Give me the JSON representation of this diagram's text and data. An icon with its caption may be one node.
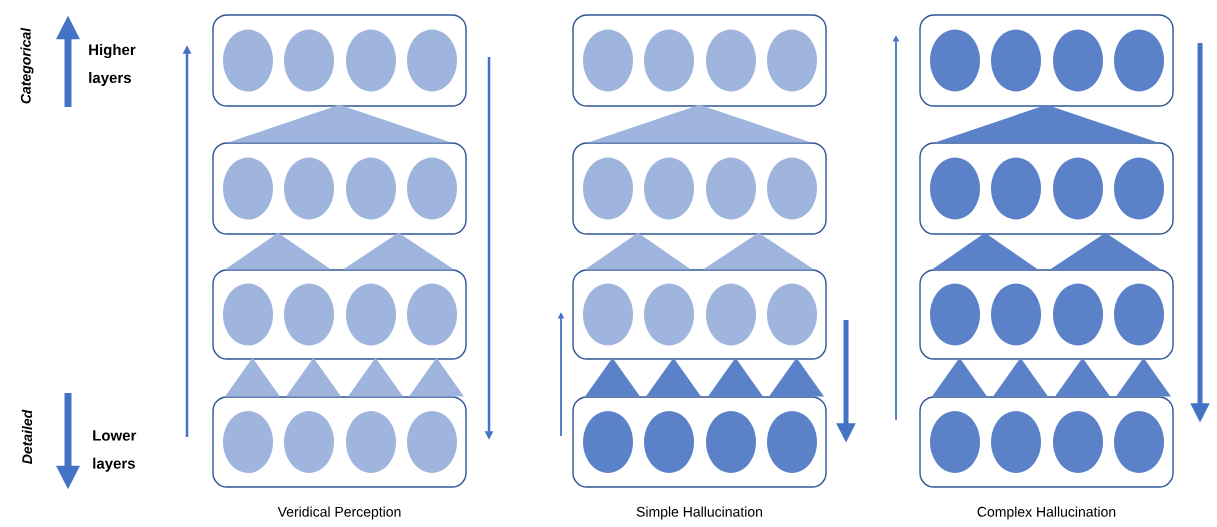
{
  "diagram": {
    "nodes": [
      {
        "text": [],
        "shape": "box"
      },
      {
        "text": [],
        "shape": "ellipse",
        "in": 0
      },
      {
        "text": [],
        "shape": "ellipse",
        "in": 0
      },
      {
        "text": [],
        "shape": "ellipse",
        "in": 0
      },
      {
        "text": [],
        "shape": "ellipse",
        "in": 0
      },
      {
        "text": [],
        "shape": "box"
      },
      {
        "text": [],
        "shape": "ellipse",
        "in": 5
      },
      {
        "text": [],
        "shape": "ellipse",
        "in": 5
      },
      {
        "text": [],
        "shape": "ellipse",
        "in": 5
      },
      {
        "text": [],
        "shape": "ellipse",
        "in": 5
      },
      {
        "text": [],
        "shape": "box"
      },
      {
        "text": [],
        "shape": "ellipse",
        "in": 10
      },
      {
        "text": [],
        "shape": "ellipse",
        "in": 10
      },
      {
        "text": [],
        "shape": "ellipse",
        "in": 10
      },
      {
        "text": [],
        "shape": "ellipse",
        "in": 10
      },
      {
        "text": [],
        "shape": "box"
      },
      {
        "text": [],
        "shape": "ellipse",
        "in": 15
      },
      {
        "text": [],
        "shape": "ellipse",
        "in": 15
      },
      {
        "text": [],
        "shape": "ellipse",
        "in": 15
      },
      {
        "text": [],
        "shape": "ellipse",
        "in": 15
      },
      {
        "text": [],
        "shape": "box"
      },
      {
        "text": [],
        "shape": "ellipse",
        "in": 20
      },
      {
        "text": [],
        "shape": "ellipse",
        "in": 20
      },
      {
        "text": [],
        "shape": "ellipse",
        "in": 20
      },
      {
        "text": [],
        "shape": "ellipse",
        "in": 20
      },
      {
        "text": [],
        "shape": "box"
      },
      {
        "text": [],
        "shape": "ellipse",
        "in": 25
      },
      {
        "text": [],
        "shape": "ellipse",
        "in": 25
      },
      {
        "text": [],
        "shape": "ellipse",
        "in": 25
      },
      {
        "text": [],
        "shape": "ellipse",
        "in": 25
      },
      {
        "text": [],
        "shape": "box"
      },
      {
        "text": [],
        "shape": "ellipse",
        "in": 30
      },
      {
        "text": [],
        "shape": "ellipse",
        "in": 30
      },
      {
        "text": [],
        "shape": "ellipse",
        "in": 30
      },
      {
        "text": [],
        "shape": "ellipse",
        "in": 30
      },
      {
        "text": [],
        "shape": "box"
      },
      {
        "text": [],
        "shape": "ellipse",
        "in": 35
      },
      {
        "text": [],
        "shape": "ellipse",
        "in": 35
      },
      {
        "text": [],
        "shape": "ellipse",
        "in": 35
      },
      {
        "text": [],
        "shape": "ellipse",
        "in": 35
      },
      {
        "text": [],
        "shape": "box"
      },
      {
        "text": [],
        "shape": "ellipse",
        "in": 40
      },
      {
        "text": [],
        "shape": "ellipse",
        "in": 40
      },
      {
        "text": [],
        "shape": "ellipse",
        "in": 40
      },
      {
        "text": [],
        "shape": "ellipse",
        "in": 40
      },
      {
        "text": [],
        "shape": "box"
      },
      {
        "text": [],
        "shape": "ellipse",
        "in": 45
      },
      {
        "text": [],
        "shape": "ellipse",
        "in": 45
      },
      {
        "text": [],
        "shape": "ellipse",
        "in": 45
      },
      {
        "text": [],
        "shape": "ellipse",
        "in": 45
      },
      {
        "text": [],
        "shape": "box"
      },
      {
        "text": [],
        "shape": "ellipse",
        "in": 50
      },
      {
        "text": [],
        "shape": "ellipse",
        "in": 50
      },
      {
        "text": [],
        "shape": "ellipse",
        "in": 50
      },
      {
        "text": [],
        "shape": "ellipse",
        "in": 50
      },
      {
        "text": [],
        "shape": "box"
      },
      {
        "text": [],
        "shape": "ellipse",
        "in": 55
      },
      {
        "text": [],
        "shape": "ellipse",
        "in": 55
      },
      {
        "text": [],
        "shape": "ellipse",
        "in": 55
      },
      {
        "text": [],
        "shape": "ellipse",
        "in": 55
      },
      {
        "text": [],
        "shape": "triangle"
      },
      {
        "text": [],
        "shape": "triangle"
      },
      {
        "text": [],
        "shape": "triangle"
      },
      {
        "text": [],
        "shape": "triangle"
      },
      {
        "text": [],
        "shape": "triangle"
      },
      {
        "text": [],
        "shape": "triangle"
      },
      {
        "text": [],
        "shape": "triangle"
      },
      {
        "text": [],
        "shape": "triangle"
      },
      {
        "text": [],
        "shape": "triangle"
      },
      {
        "text": [],
        "shape": "triangle"
      },
      {
        "text": [],
        "shape": "triangle"
      },
      {
        "text": [],
        "shape": "triangle"
      },
      {
        "text": [],
        "shape": "triangle"
      },
      {
        "text": [],
        "shape": "triangle"
      },
      {
        "text": [],
        "shape": "triangle"
      },
      {
        "text": [],
        "shape": "triangle"
      },
      {
        "text": [],
        "shape": "triangle"
      },
      {
        "text": [],
        "shape": "triangle"
      },
      {
        "text": [],
        "shape": "triangle"
      },
      {
        "text": [],
        "shape": "triangle"
      },
      {
        "text": [],
        "shape": "triangle"
      }
    ],
    "labels": [
      "Categorical",
      "Higher layers",
      "Detailed",
      "Lower layers",
      "Veridical Perception",
      "Simple Hallucination",
      "Complex Hallucination"
    ]
  }
}
